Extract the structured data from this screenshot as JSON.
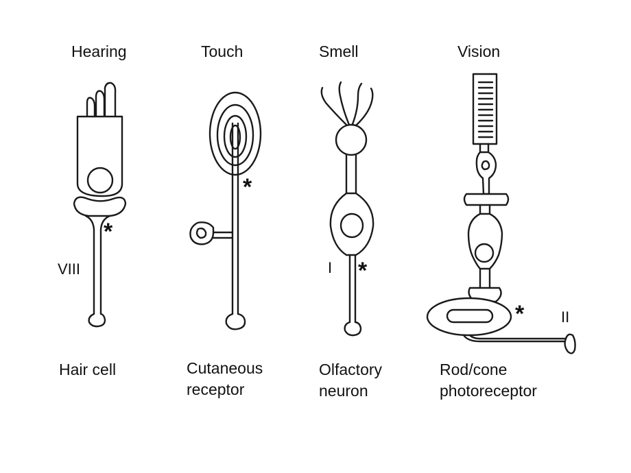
{
  "panels": [
    {
      "title": "Hearing",
      "caption_lines": [
        "Hair cell"
      ],
      "nerve_label": "VIII"
    },
    {
      "title": "Touch",
      "caption_lines": [
        "Cutaneous",
        "receptor"
      ],
      "nerve_label": ""
    },
    {
      "title": "Smell",
      "caption_lines": [
        "Olfactory",
        "neuron"
      ],
      "nerve_label": "I"
    },
    {
      "title": "Vision",
      "caption_lines": [
        "Rod/cone",
        "photoreceptor"
      ],
      "nerve_label": "II"
    }
  ],
  "marker": "*"
}
